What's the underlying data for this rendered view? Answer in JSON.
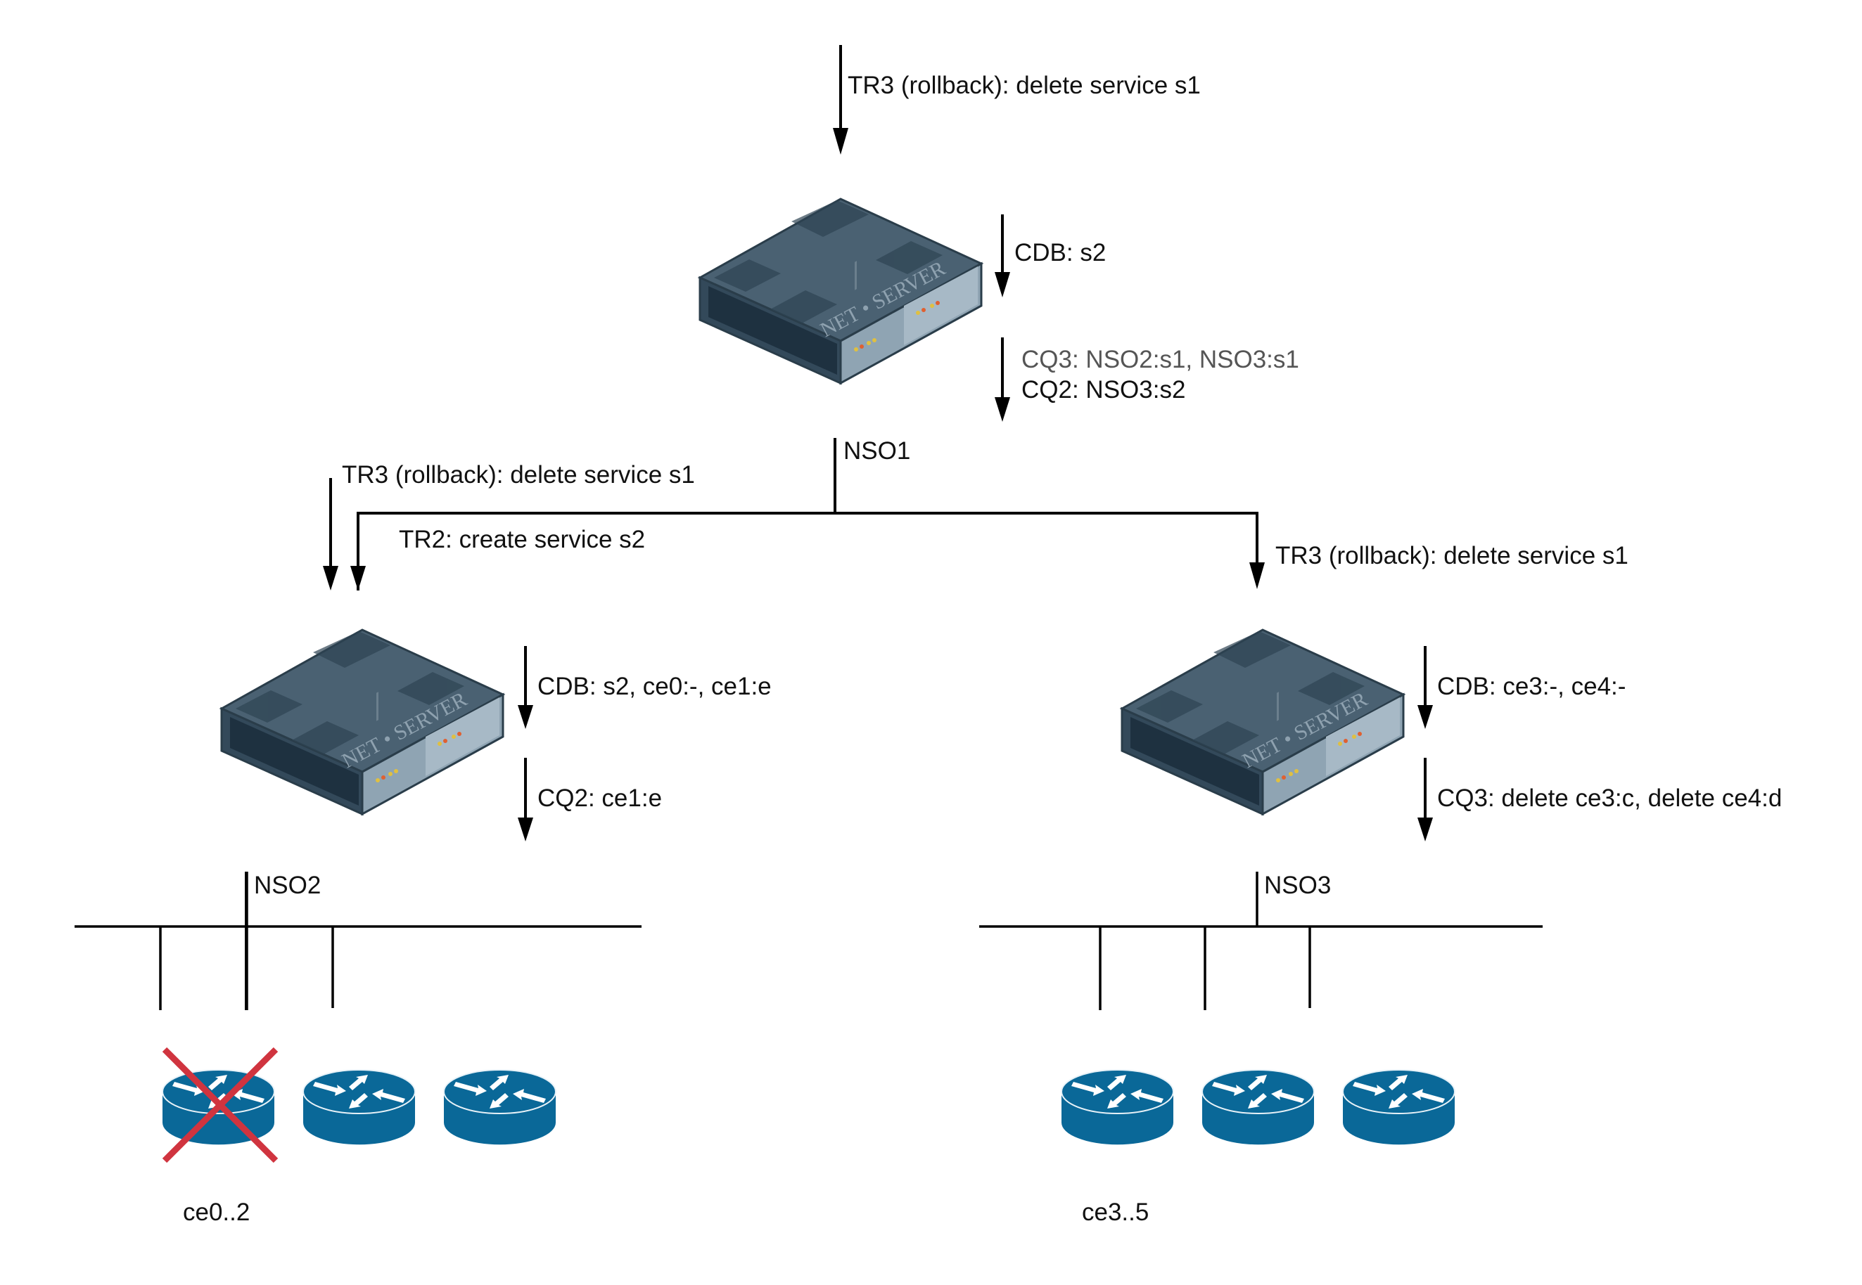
{
  "diagram": {
    "top_transaction": "TR3 (rollback): delete service s1",
    "nso1": {
      "name": "NSO1",
      "cdb": "CDB: s2",
      "commit_queue_lines": [
        "CQ3: NSO2:s1, NSO3:s1",
        "CQ2: NSO3:s2"
      ]
    },
    "nso2": {
      "name": "NSO2",
      "incoming": [
        "TR3 (rollback): delete service s1",
        "TR2: create service s2"
      ],
      "cdb": "CDB: s2, ce0:-, ce1:e",
      "commit_queue": "CQ2: ce1:e",
      "devices_label": "ce0..2",
      "devices": [
        {
          "name": "router",
          "failed": true
        },
        {
          "name": "router",
          "failed": false
        },
        {
          "name": "router",
          "failed": false
        }
      ]
    },
    "nso3": {
      "name": "NSO3",
      "incoming": "TR3 (rollback): delete service s1",
      "cdb": "CDB: ce3:-, ce4:-",
      "commit_queue": "CQ3: delete ce3:c, delete ce4:d",
      "devices_label": "ce3..5",
      "devices": [
        {
          "name": "router",
          "failed": false
        },
        {
          "name": "router",
          "failed": false
        },
        {
          "name": "router",
          "failed": false
        }
      ]
    },
    "server_brand": "NET • SERVER",
    "colors": {
      "server_body": "#3f5566",
      "router_blue": "#0a6898",
      "failure_x": "#d0343f",
      "line": "#000000"
    }
  }
}
